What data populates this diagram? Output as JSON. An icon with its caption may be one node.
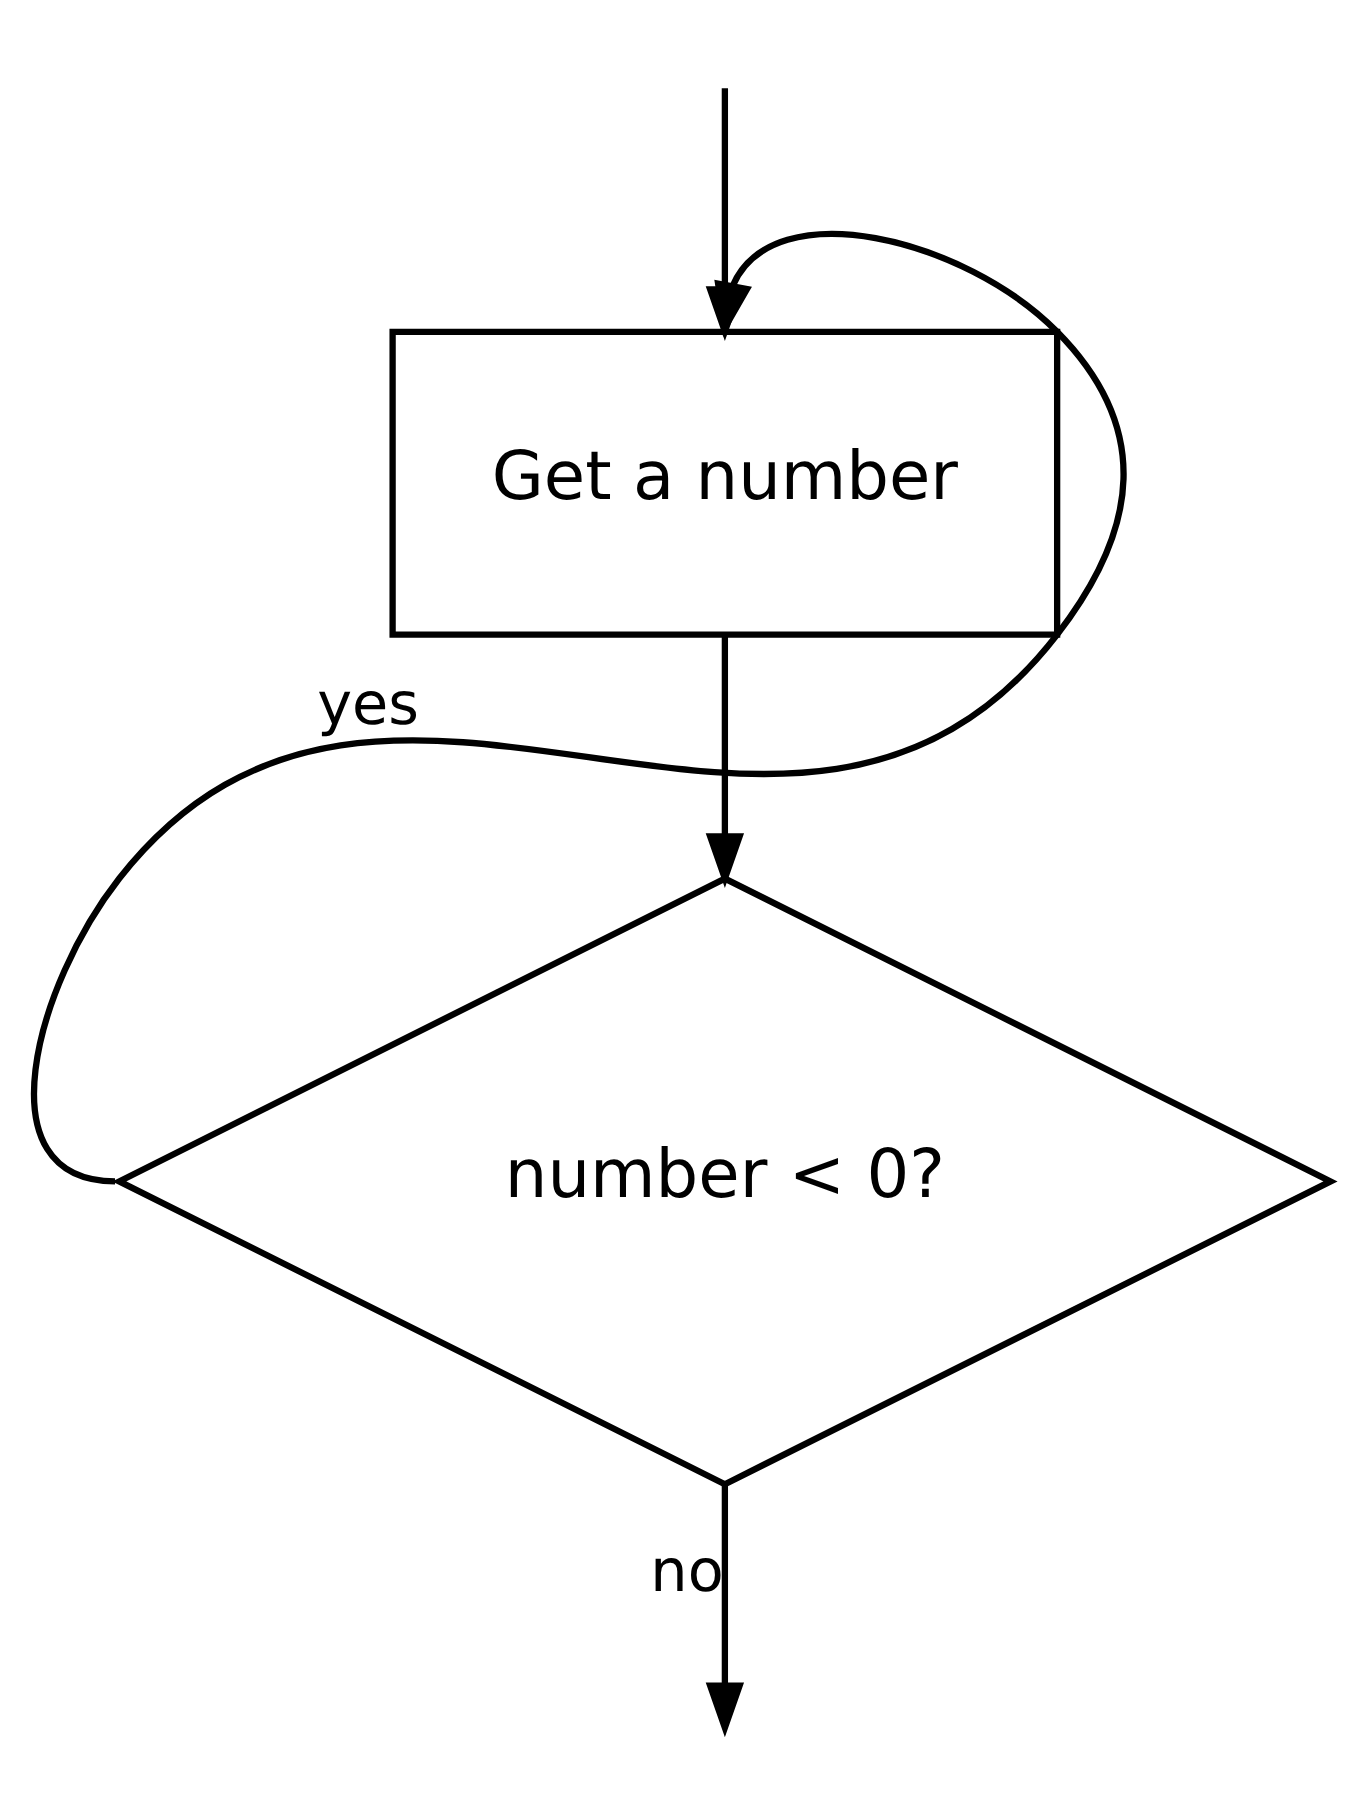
{
  "diagram": {
    "nodes": [
      {
        "text": [
          "Get a number"
        ]
      },
      {
        "text": [
          "number < 0?"
        ]
      }
    ],
    "edges": [
      {
        "from": null,
        "to": 0,
        "arrow": "to"
      },
      {
        "from": 0,
        "to": 1,
        "arrow": "to"
      },
      {
        "from": 1,
        "to": 0,
        "label": "yes",
        "arrow": "to"
      },
      {
        "from": 1,
        "to": null,
        "label": "no",
        "arrow": "to"
      }
    ]
  }
}
